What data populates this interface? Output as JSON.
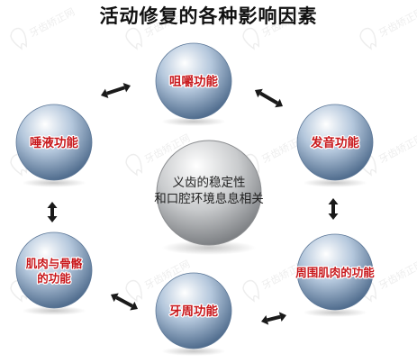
{
  "title": "活动修复的各种影响因素",
  "center": {
    "lines": [
      "义齿的稳定性",
      "和口腔环境息息相关"
    ]
  },
  "nodes": [
    {
      "id": "chewing",
      "lines": [
        "咀嚼功能"
      ]
    },
    {
      "id": "pronunciation",
      "lines": [
        "发音功能"
      ]
    },
    {
      "id": "perioral-muscle",
      "lines": [
        "周围肌肉的功能"
      ]
    },
    {
      "id": "periodontal",
      "lines": [
        "牙周功能"
      ]
    },
    {
      "id": "muscle-bone",
      "lines": [
        "肌肉与骨骼",
        "的功能"
      ]
    },
    {
      "id": "saliva",
      "lines": [
        "唾液功能"
      ]
    }
  ],
  "colors": {
    "label": "#c8171b",
    "arrow": "#1a1a1a",
    "sphere_light": "#ffffff",
    "sphere_mid": "#b4c7dc",
    "sphere_dark": "#3f5d80",
    "center_light": "#ffffff",
    "center_mid": "#c9cbcd",
    "center_dark": "#6d7074"
  },
  "watermark": {
    "text": "牙齿矫正网",
    "icon": "tooth-logo-icon"
  }
}
